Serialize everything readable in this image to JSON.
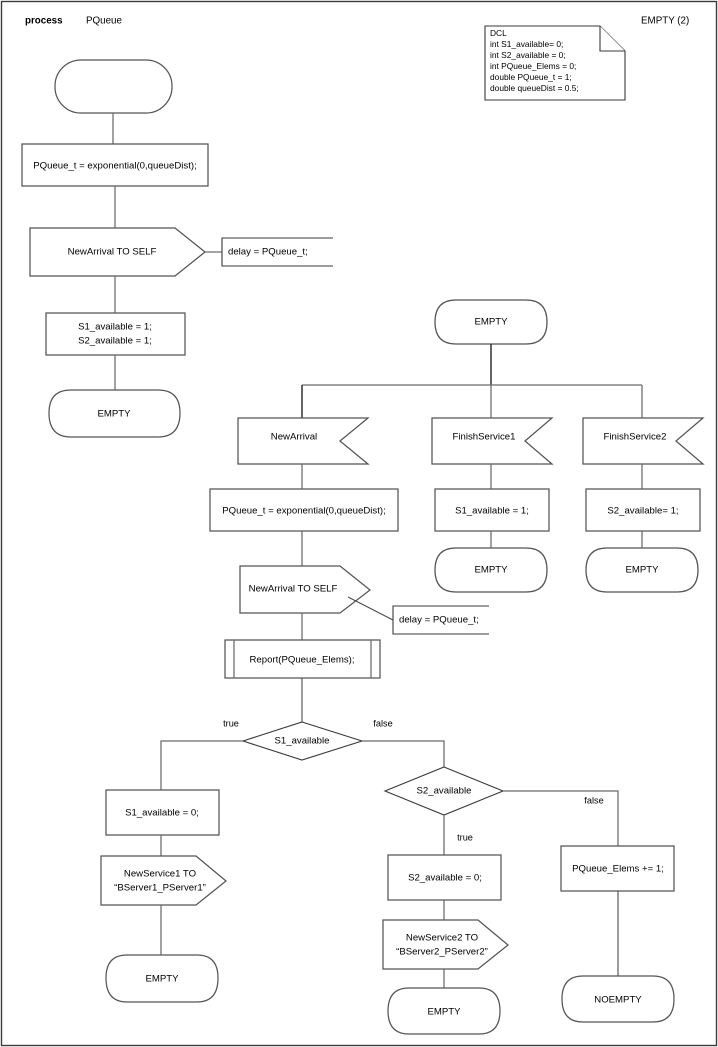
{
  "header": {
    "keyword": "process",
    "process_name": "PQueue",
    "state_counter": "EMPTY (2)"
  },
  "declaration": {
    "title": "DCL",
    "lines": [
      "int S1_available= 0;",
      "int S2_available = 0;",
      "int PQueue_Elems = 0;",
      "double PQueue_t = 1;",
      "double queueDist = 0.5;"
    ]
  },
  "start_branch": {
    "start_label": "",
    "task_init": "PQueue_t = exponential(0,queueDist);",
    "output_newarrival": "NewArrival TO SELF",
    "delay_comment": "delay = PQueue_t;",
    "task_avail_line1": "S1_available = 1;",
    "task_avail_line2": "S2_available = 1;",
    "nextstate": "EMPTY"
  },
  "empty_state": {
    "state_label": "EMPTY"
  },
  "branch_newarrival": {
    "input_label": "NewArrival",
    "task_exp": "PQueue_t = exponential(0,queueDist);",
    "output_self": "NewArrival TO SELF",
    "delay_comment": "delay = PQueue_t;",
    "procedure_call": "Report(PQueue_Elems);"
  },
  "branch_finish1": {
    "input_label": "FinishService1",
    "task": "S1_available = 1;",
    "nextstate": "EMPTY"
  },
  "branch_finish2": {
    "input_label": "FinishService2",
    "task": "S2_available= 1;",
    "nextstate": "EMPTY"
  },
  "decision_s1": {
    "condition": "S1_available",
    "true_label": "true",
    "false_label": "false"
  },
  "decision_s2": {
    "condition": "S2_available",
    "true_label": "true",
    "false_label": "false"
  },
  "path_s1_true": {
    "task": "S1_available = 0;",
    "output_line1": "NewService1 TO",
    "output_line2": "“BServer1_PServer1”",
    "nextstate": "EMPTY"
  },
  "path_s2_true": {
    "task": "S2_available = 0;",
    "output_line1": "NewService2 TO",
    "output_line2": "“BServer2_PServer2”",
    "nextstate": "EMPTY"
  },
  "path_s2_false": {
    "task": "PQueue_Elems += 1;",
    "nextstate": "NOEMPTY"
  },
  "colors": {
    "frame": "#3d3d3d",
    "shape_stroke": "#555555",
    "connector": "#6b6b6b",
    "background": "#ffffff",
    "text": "#000000"
  }
}
